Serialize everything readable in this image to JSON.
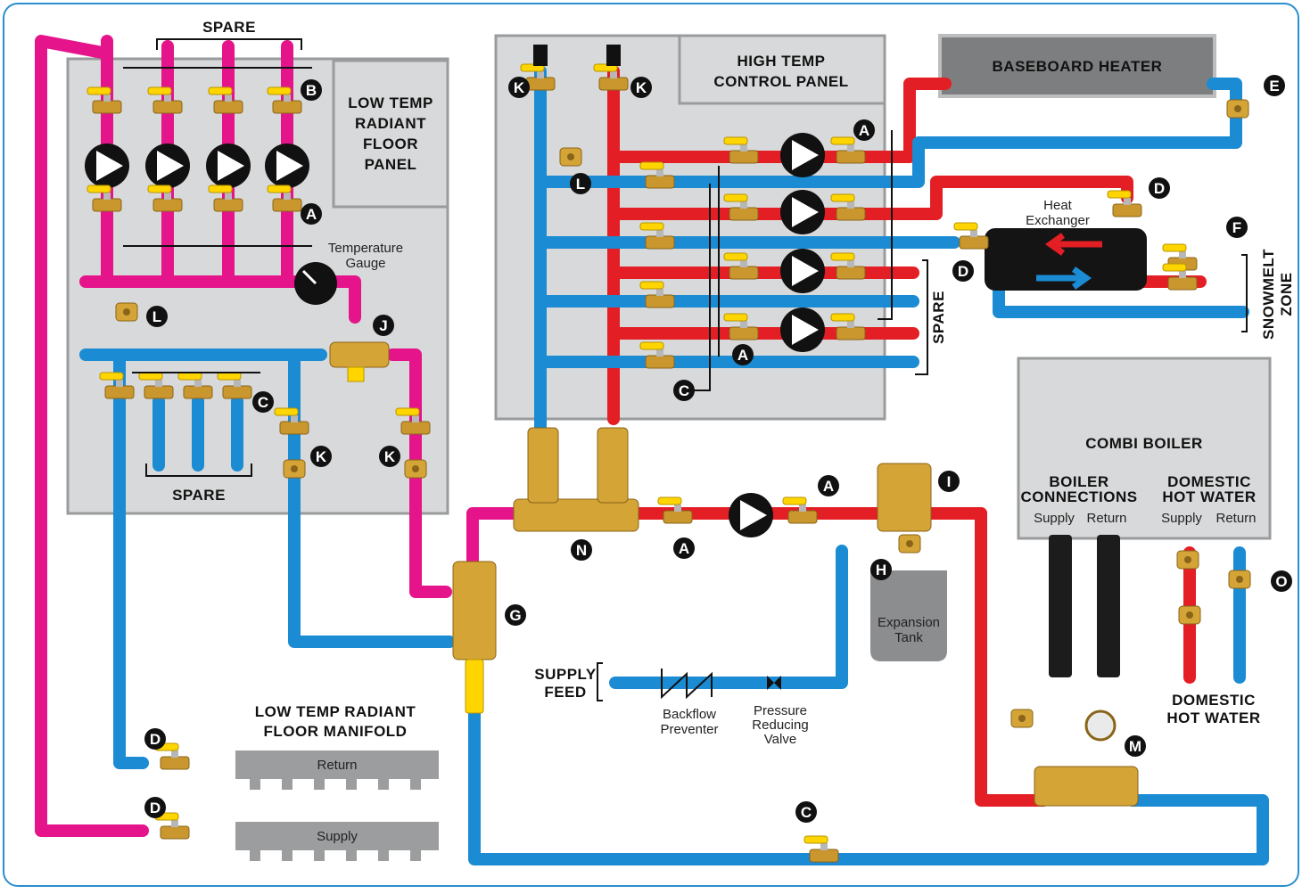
{
  "panels": {
    "low_temp_panel": [
      "LOW TEMP",
      "RADIANT",
      "FLOOR",
      "PANEL"
    ],
    "high_temp_panel": [
      "HIGH TEMP",
      "CONTROL PANEL"
    ],
    "baseboard_heater": "BASEBOARD HEATER",
    "combi_boiler": "COMBI BOILER",
    "boiler_connections": [
      "BOILER",
      "CONNECTIONS"
    ],
    "domestic_hot_water_header": [
      "DOMESTIC",
      "HOT WATER"
    ],
    "supply_label": "Supply",
    "return_label": "Return"
  },
  "labels": {
    "spare_top": "SPARE",
    "spare_bottom": "SPARE",
    "spare_right": "SPARE",
    "temperature_gauge": [
      "Temperature",
      "Gauge"
    ],
    "heat_exchanger": [
      "Heat",
      "Exchanger"
    ],
    "snowmelt_zone": [
      "SNOWMELT",
      "ZONE"
    ],
    "expansion_tank": [
      "Expansion",
      "Tank"
    ],
    "supply_feed": [
      "SUPPLY",
      "FEED"
    ],
    "backflow_preventer": [
      "Backflow",
      "Preventer"
    ],
    "pressure_reducing_valve": [
      "Pressure",
      "Reducing",
      "Valve"
    ],
    "domestic_hot_water_out": [
      "DOMESTIC",
      "HOT WATER"
    ],
    "manifold_title": [
      "LOW TEMP RADIANT",
      "FLOOR MANIFOLD"
    ],
    "manifold_return": "Return",
    "manifold_supply": "Supply"
  },
  "badges": {
    "b1": "B",
    "a1": "A",
    "l1": "L",
    "j1": "J",
    "c1": "C",
    "k1": "K",
    "k2": "K",
    "k3": "K",
    "k4": "K",
    "l2": "L",
    "a2": "A",
    "a3": "A",
    "c2": "C",
    "e1": "E",
    "d1": "D",
    "d2": "D",
    "f1": "F",
    "n1": "N",
    "a4": "A",
    "a5": "A",
    "i1": "I",
    "h1": "H",
    "g1": "G",
    "o1": "O",
    "m1": "M",
    "c3": "C",
    "d3": "D",
    "d4": "D"
  },
  "colors": {
    "hot": "#e31e24",
    "cold": "#1b8bd3",
    "low_temp": "#e5148a",
    "brass": "#d4a437",
    "valve_handle": "#ffd500",
    "panel": "#d8d9da",
    "border": "#2b8ed0"
  }
}
